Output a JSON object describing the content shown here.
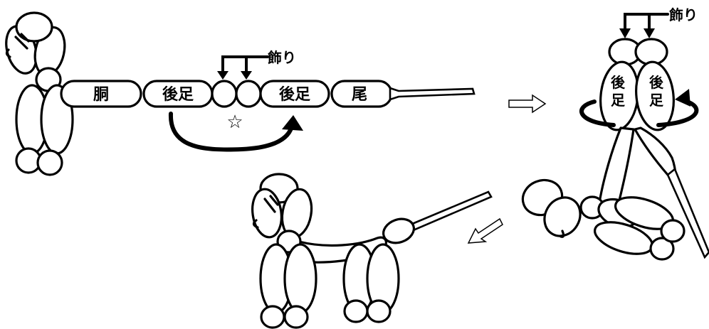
{
  "labels": {
    "body": "胴",
    "hind_leg": "後足",
    "decoration": "飾り",
    "tail": "尾",
    "star": "☆",
    "hind_leg_vertical_left": "後足",
    "hind_leg_vertical_right": "後足"
  },
  "colors": {
    "ink": "#000000",
    "fill": "#ffffff"
  }
}
